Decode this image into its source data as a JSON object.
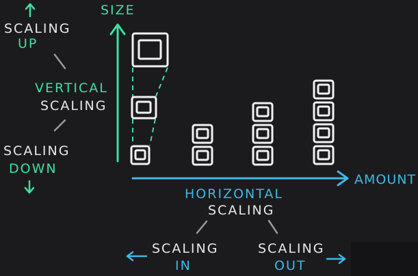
{
  "diagram": {
    "labels": {
      "size_axis": "SIZE",
      "amount_axis": "AMOUNT",
      "scaling_up_line1": "SCALING",
      "scaling_up_line2": "UP",
      "vertical_line1": "VERTICAL",
      "vertical_line2": "SCALING",
      "scaling_down_line1": "SCALING",
      "scaling_down_line2": "DOWN",
      "horizontal_line1": "HORIZONTAL",
      "horizontal_line2": "SCALING",
      "scaling_in_line1": "SCALING",
      "scaling_in_line2": "IN",
      "scaling_out_line1": "SCALING",
      "scaling_out_line2": "OUT"
    },
    "colors": {
      "background": "#1b1b1d",
      "vertical_accent": "#3ee0a0",
      "horizontal_accent": "#3fb8e6",
      "box_stroke": "#f2f2f2",
      "text_white": "#e8e8e8"
    },
    "vertical_stack_sizes": [
      "large",
      "medium",
      "small"
    ],
    "horizontal_stack_counts": [
      2,
      3,
      4
    ]
  }
}
